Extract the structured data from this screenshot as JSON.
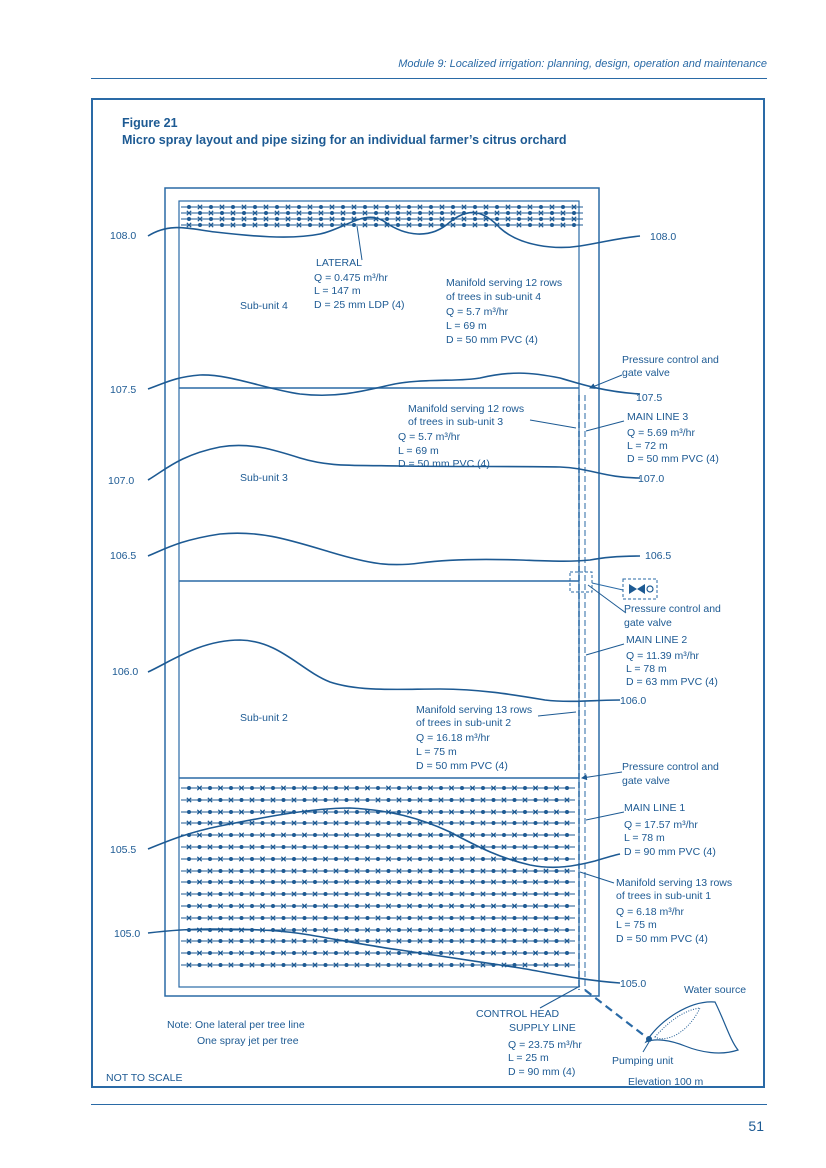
{
  "header": {
    "module": "Module 9: Localized irrigation: planning, design, operation and maintenance",
    "page_number": "51"
  },
  "figure": {
    "label": "Figure 21",
    "title": "Micro spray layout and pipe sizing for an individual farmer’s citrus orchard"
  },
  "contours": {
    "c1080": "108.0",
    "c1075": "107.5",
    "c1070": "107.0",
    "c1065": "106.5",
    "c1060": "106.0",
    "c1055": "105.5",
    "c1050": "105.0"
  },
  "subunits": {
    "s4": "Sub-unit 4",
    "s3": "Sub-unit 3",
    "s2": "Sub-unit 2"
  },
  "lateral": {
    "title": "LATERAL",
    "q": "Q = 0.475 m³/hr",
    "l": "L = 147 m",
    "d": "D = 25 mm LDP (4)"
  },
  "manifold4": {
    "line1": "Manifold serving 12 rows",
    "line2": "of trees in sub-unit 4",
    "q": "Q = 5.7 m³/hr",
    "l": "L = 69 m",
    "d": "D = 50 mm PVC (4)"
  },
  "manifold3": {
    "line1": "Manifold serving 12 rows",
    "line2": "of trees in sub-unit 3",
    "q": "Q = 5.7 m³/hr",
    "l": "L = 69 m",
    "d": "D = 50 mm PVC (4)"
  },
  "manifold2": {
    "line1": "Manifold serving 13 rows",
    "line2": "of trees in sub-unit 2",
    "q": "Q = 16.18 m³/hr",
    "l": "L = 75 m",
    "d": "D = 50 mm PVC (4)"
  },
  "manifold1": {
    "line1": "Manifold serving 13 rows",
    "line2": "of trees in sub-unit 1",
    "q": "Q = 6.18 m³/hr",
    "l": "L = 75 m",
    "d": "D = 50 mm PVC (4)"
  },
  "valve_top": {
    "line1": "Pressure control and",
    "line2": "gate valve"
  },
  "valve_mid": {
    "line1": "Pressure control and",
    "line2": "gate valve"
  },
  "valve_low": {
    "line1": "Pressure control and",
    "line2": "gate valve"
  },
  "main3": {
    "title": "MAIN LINE 3",
    "q": "Q = 5.69 m³/hr",
    "l": "L = 72 m",
    "d": "D = 50 mm PVC (4)"
  },
  "main2": {
    "title": "MAIN LINE 2",
    "q": "Q = 11.39 m³/hr",
    "l": "L = 78 m",
    "d": "D = 63 mm PVC (4)"
  },
  "main1": {
    "title": "MAIN LINE 1",
    "q": "Q = 17.57 m³/hr",
    "l": "L = 78 m",
    "d": "D = 90 mm PVC (4)"
  },
  "supply": {
    "control_head": "CONTROL HEAD",
    "title": "SUPPLY LINE",
    "q": "Q = 23.75 m³/hr",
    "l": "L = 25 m",
    "d": "D = 90 mm (4)"
  },
  "water": {
    "source": "Water source",
    "pump": "Pumping unit",
    "elevation": "Elevation 100 m"
  },
  "notes": {
    "line1": "Note: One lateral per tree line",
    "line2": "One spray jet per tree",
    "scale": "NOT TO SCALE"
  }
}
